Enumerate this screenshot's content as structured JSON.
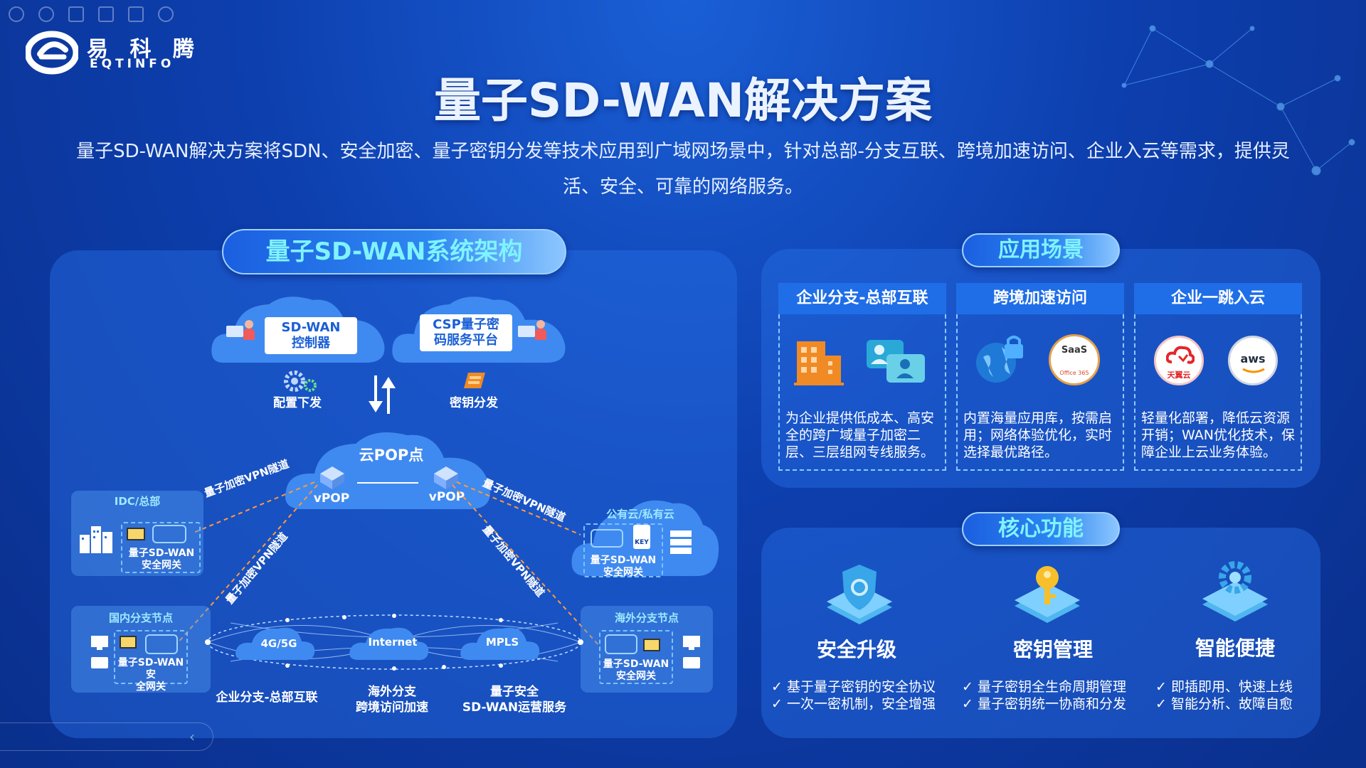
{
  "brand": {
    "name_cn": "易 科 腾",
    "name_en": "EQTINFO"
  },
  "title": "量子SD-WAN解决方案",
  "description": "量子SD-WAN解决方案将SDN、安全加密、量子密钥分发等技术应用到广域网场景中，针对总部-分支互联、跨境加速访问、企业入云等需求，提供灵活、安全、可靠的网络服务。",
  "architecture": {
    "section_title": "量子SD-WAN系统架构",
    "controller": "SD-WAN\n控制器",
    "csp": "CSP量子密\n码服务平台",
    "config": "配置下发",
    "key_dist": "密钥分发",
    "cloud_pop": "云POP点",
    "vpop_left": "vPOP",
    "vpop_right": "vPOP",
    "tunnel": "量子加密VPN隧道",
    "idc": {
      "title": "IDC/总部",
      "gateway": "量子SD-WAN\n安全网关"
    },
    "cloud_site": {
      "title": "公有云/私有云",
      "gateway": "量子SD-WAN\n安全网关"
    },
    "domestic": {
      "title": "国内分支节点",
      "gateway": "量子SD-WAN安\n全网关"
    },
    "overseas": {
      "title": "海外分支节点",
      "gateway": "量子SD-WAN\n安全网关"
    },
    "networks": [
      "4G/5G",
      "Internet",
      "MPLS"
    ],
    "bottom_labels": [
      "企业分支-总部互联",
      "海外分支\n跨境访问加速",
      "量子安全\nSD-WAN运营服务"
    ],
    "key_tag": "KEY"
  },
  "scenarios": {
    "section_title": "应用场景",
    "items": [
      {
        "title": "企业分支-总部互联",
        "text": "为企业提供低成本、高安全的跨广域量子加密二层、三层组网专线服务。"
      },
      {
        "title": "跨境加速访问",
        "text": "内置海量应用库，按需启用；网络体验优化，实时选择最优路径。",
        "badge": "SaaS",
        "badge_sub": "Office 365"
      },
      {
        "title": "企业一跳入云",
        "text": "轻量化部署，降低云资源开销；WAN优化技术，保障企业上云业务体验。",
        "badge_a": "天翼云",
        "badge_b": "aws"
      }
    ]
  },
  "features": {
    "section_title": "核心功能",
    "items": [
      {
        "title": "安全升级",
        "points": [
          "基于量子密钥的安全协议",
          "一次一密机制，安全增强"
        ],
        "icon": "shield-icon"
      },
      {
        "title": "密钥管理",
        "points": [
          "量子密钥全生命周期管理",
          "量子密钥统一协商和分发"
        ],
        "icon": "key-icon"
      },
      {
        "title": "智能便捷",
        "points": [
          "即插即用、快速上线",
          "智能分析、故障自愈"
        ],
        "icon": "gear-icon"
      }
    ],
    "check": "✓"
  },
  "colors": {
    "accent": "#7ff3ff",
    "tunnel": "#ff9a3c",
    "orange": "#f08a24"
  }
}
